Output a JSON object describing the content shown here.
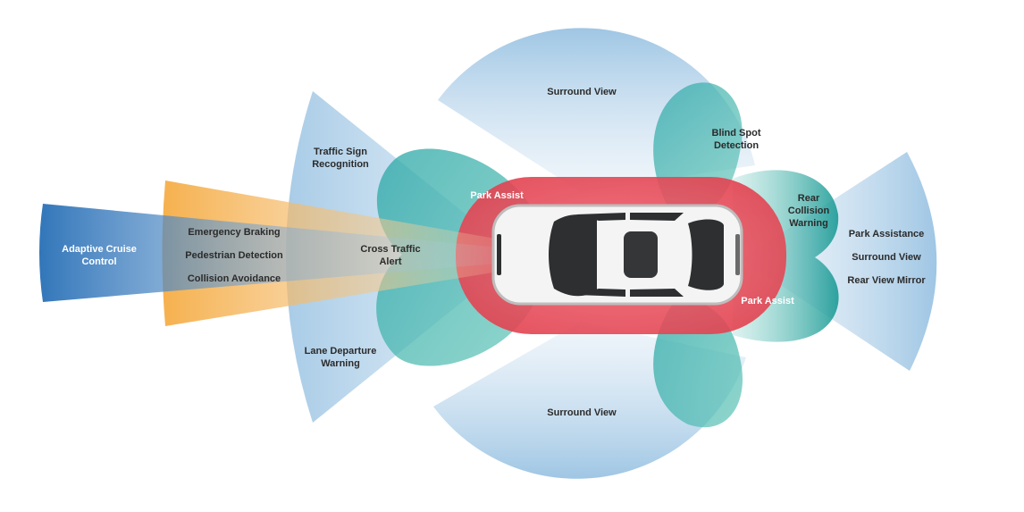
{
  "labels": {
    "adaptive_cruise": "Adaptive Cruise Control",
    "emergency_braking": "Emergency Braking",
    "pedestrian_detection": "Pedestrian Detection",
    "collision_avoidance": "Collision Avoidance",
    "traffic_sign": "Traffic Sign Recognition",
    "lane_departure": "Lane Departure Warning",
    "cross_traffic": "Cross Traffic Alert",
    "surround_top": "Surround View",
    "surround_bottom": "Surround View",
    "blind_spot": "Blind Spot Detection",
    "park_assist_front": "Park Assist",
    "park_assist_rear": "Park Assist",
    "rear_collision": "Rear Collision Warning",
    "park_assistance": "Park Assistance",
    "surround_rear": "Surround View",
    "rear_view_mirror": "Rear View Mirror"
  },
  "colors": {
    "blue_dark": "#1b67b2",
    "orange": "#f5a83a",
    "light_blue": "#9fc6e4",
    "teal": "#2aa7a6",
    "red": "#e2414f"
  }
}
